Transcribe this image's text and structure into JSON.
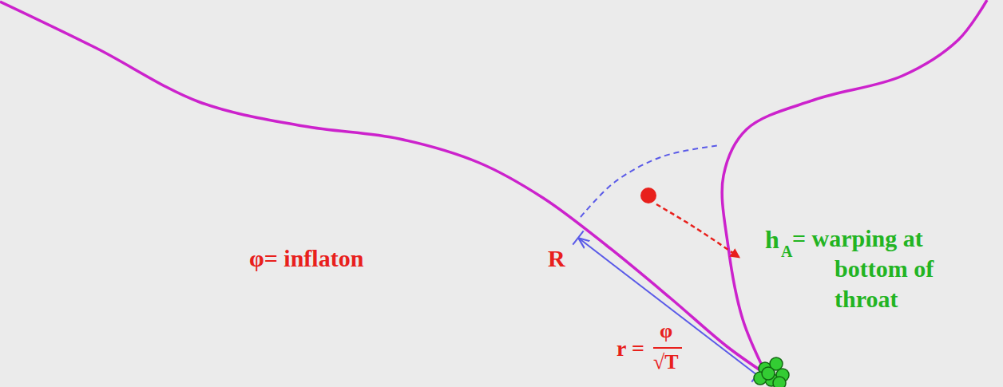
{
  "diagram": {
    "labels": [
      "φ= inflaton",
      "R",
      "r =",
      "φ",
      "√T",
      "h",
      "A",
      "= warping at bottom of throat"
    ]
  }
}
